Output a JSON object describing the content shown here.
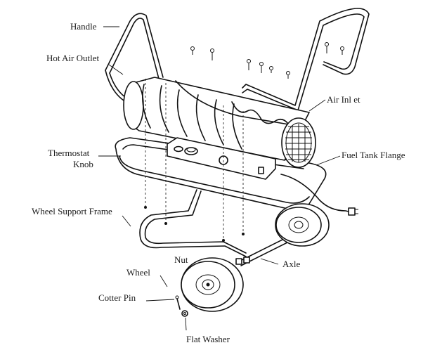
{
  "diagram": {
    "labels": {
      "handle": "Handle",
      "hot_air_outlet": "Hot Air Outlet",
      "air_inlet": "Air Inl et",
      "thermostat_line1": "Thermostat",
      "thermostat_line2": "Knob",
      "fuel_tank_flange": "Fuel Tank Flange",
      "wheel_support_frame": "Wheel Support Frame",
      "nut": "Nut",
      "axle": "Axle",
      "wheel": "Wheel",
      "cotter_pin": "Cotter Pin",
      "flat_washer": "Flat Washer"
    }
  }
}
